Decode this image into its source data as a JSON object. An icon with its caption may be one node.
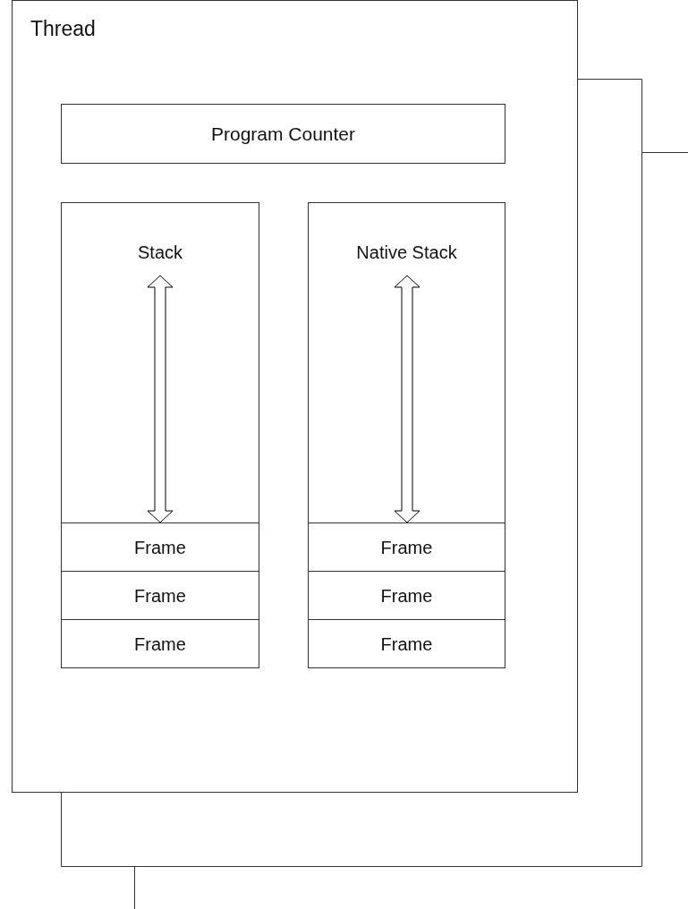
{
  "diagram": {
    "nodes": [
      {
        "text": [
          "Thread"
        ]
      },
      {
        "text": [
          "Program Counter"
        ],
        "in": 0
      },
      {
        "text": [
          "Stack"
        ],
        "in": 0
      },
      {
        "text": [
          "Frame"
        ],
        "in": 2
      },
      {
        "text": [
          "Frame"
        ],
        "in": 2
      },
      {
        "text": [
          "Frame"
        ],
        "in": 2
      },
      {
        "text": [
          "Native Stack"
        ],
        "in": 0
      },
      {
        "text": [
          "Frame"
        ],
        "in": 6
      },
      {
        "text": [
          "Frame"
        ],
        "in": 6
      },
      {
        "text": [
          "Frame"
        ],
        "in": 6
      }
    ]
  }
}
